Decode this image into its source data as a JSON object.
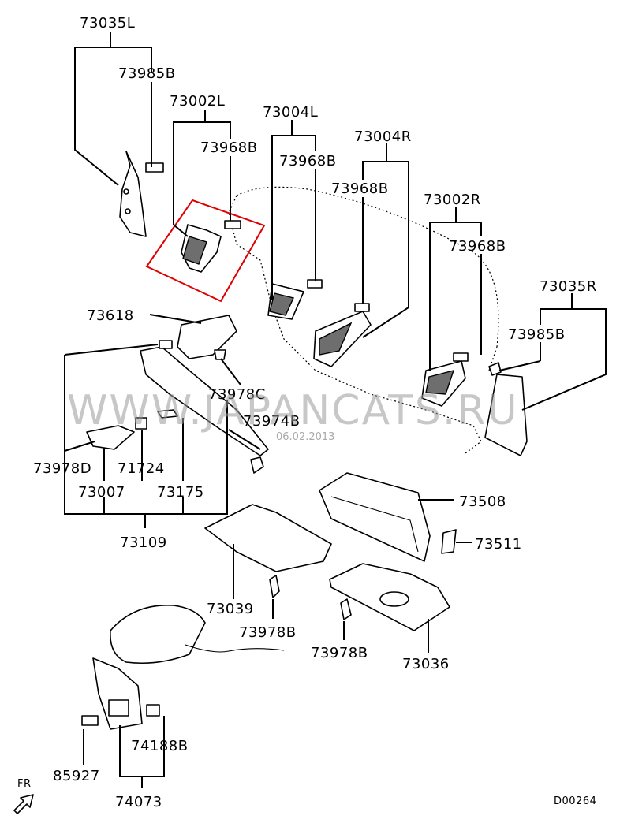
{
  "diagram": {
    "code": "D00264",
    "direction_label": "FR",
    "watermark": "WWW.JAPANCATS.RU",
    "watermark_date": "06.02.2013",
    "labels": [
      "73035L",
      "73985B",
      "73002L",
      "73968B",
      "73004L",
      "73968B",
      "73004R",
      "73968B",
      "73002R",
      "73968B",
      "73035R",
      "73985B",
      "73618",
      "73978C",
      "73974B",
      "73978D",
      "71724",
      "73007",
      "73175",
      "73109",
      "73508",
      "73511",
      "73039",
      "73978B",
      "73978B",
      "73036",
      "74188B",
      "85927",
      "74073"
    ]
  }
}
